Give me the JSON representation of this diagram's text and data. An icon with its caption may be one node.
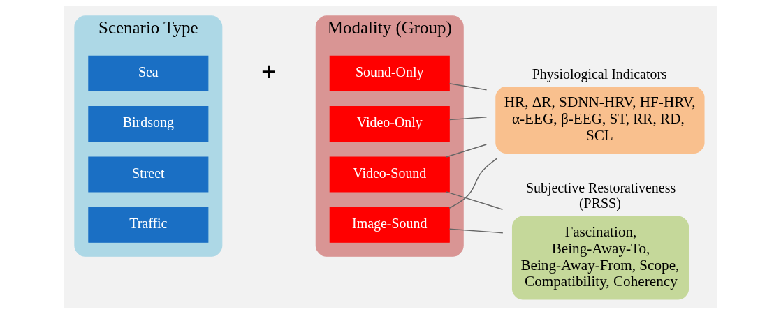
{
  "diagram": {
    "nodes": [
      {
        "text": [
          "Scenario Type"
        ]
      },
      {
        "text": [
          "Sea"
        ],
        "in": 0
      },
      {
        "text": [
          "Birdsong"
        ],
        "in": 0
      },
      {
        "text": [
          "Street"
        ],
        "in": 0
      },
      {
        "text": [
          "Traffic"
        ],
        "in": 0
      },
      {
        "text": [
          "Modality (Group)"
        ]
      },
      {
        "text": [
          "Sound-Only"
        ],
        "in": 5
      },
      {
        "text": [
          "Video-Only"
        ],
        "in": 5
      },
      {
        "text": [
          "Video-Sound"
        ],
        "in": 5
      },
      {
        "text": [
          "Image-Sound"
        ],
        "in": 5
      },
      {
        "text": [
          "Physiological Indicators",
          "HR, ΔR, SDNN-HRV, HF-HRV, α-EEG, β-EEG, ST, RR, RD, SCL"
        ]
      },
      {
        "text": [
          "Subjective Restorativeness (PRSS)",
          "Fascination, Being-Away-To, Being-Away-From, Scope, Compatibility, Coherency"
        ]
      }
    ],
    "edges": [
      {
        "from": 6,
        "to": 10,
        "arrow": "none"
      },
      {
        "from": 7,
        "to": 10,
        "arrow": "none"
      },
      {
        "from": 8,
        "to": 10,
        "arrow": "none"
      },
      {
        "from": 8,
        "to": 11,
        "arrow": "none"
      },
      {
        "from": 9,
        "to": 10,
        "arrow": "none"
      },
      {
        "from": 9,
        "to": 11,
        "arrow": "none"
      }
    ],
    "labels": [
      "+"
    ]
  }
}
